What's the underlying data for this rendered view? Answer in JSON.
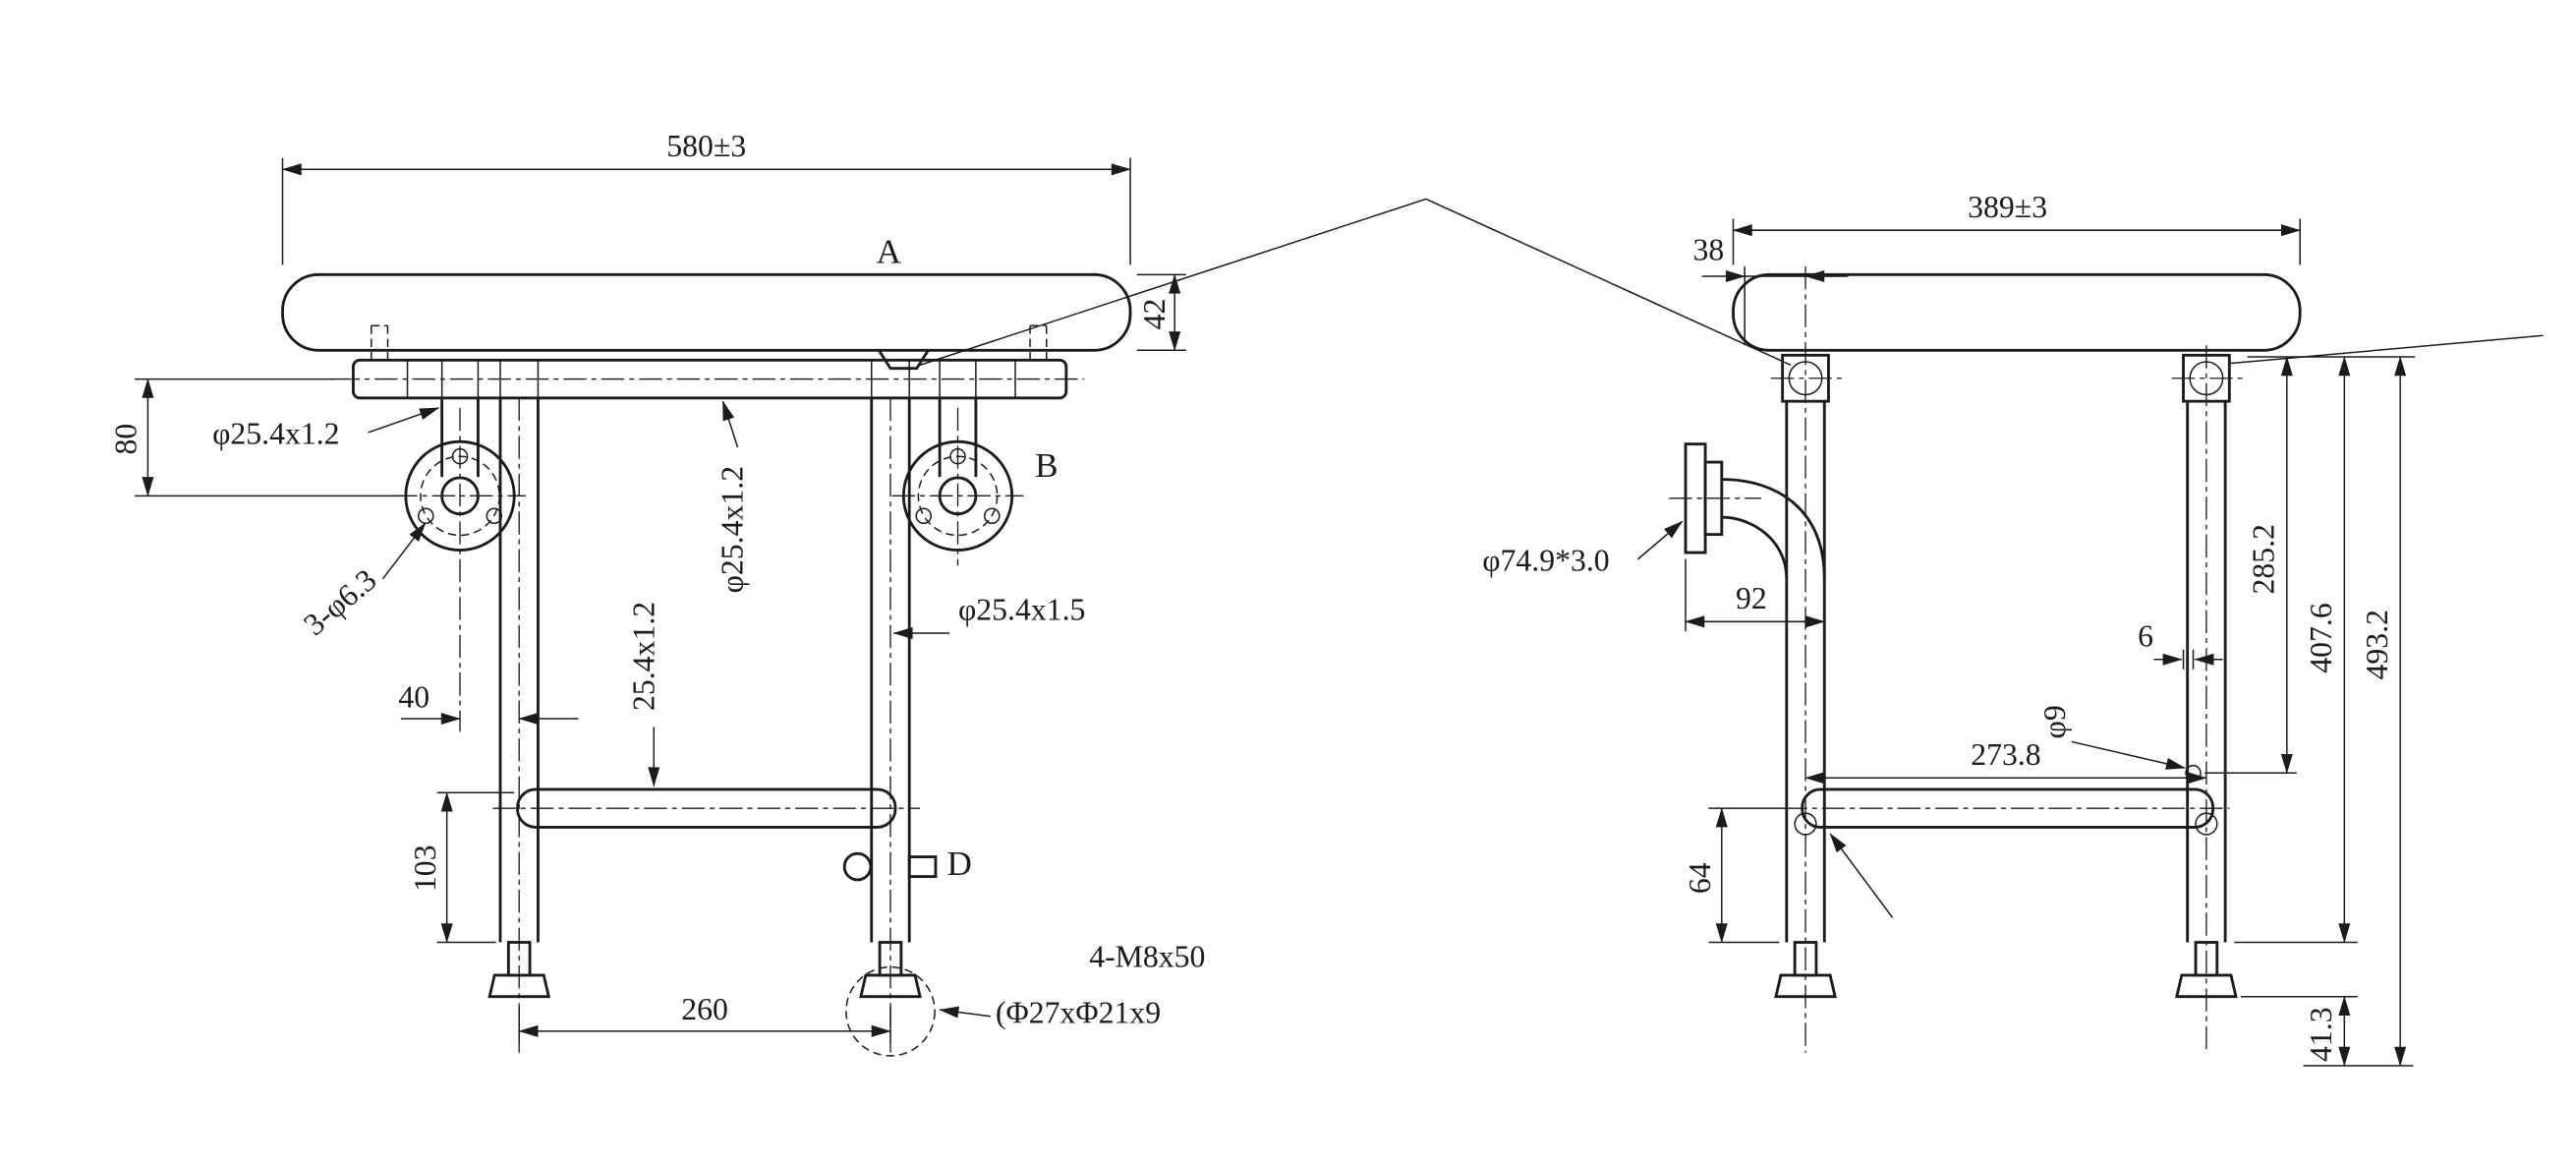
{
  "drawing": {
    "front_view": {
      "dim_width": "580±3",
      "dim_seat_thickness": "42",
      "dim_80": "80",
      "spec_tube_left": "φ25.4x1.2",
      "label_a": "A",
      "label_b": "B",
      "spec_holes": "3-φ6.3",
      "dim_40": "40",
      "spec_crossbar": "25.4x1.2",
      "spec_rail": "φ25.4x1.2",
      "spec_leg": "φ25.4x1.5",
      "dim_103": "103",
      "label_d": "D",
      "dim_260": "260",
      "note_bolt": "4-M8x50",
      "note_foot": "(Φ27xΦ21x9"
    },
    "side_view": {
      "dim_depth": "389±3",
      "dim_38": "38",
      "spec_flange": "φ74.9*3.0",
      "dim_92": "92",
      "dim_273_8": "273.8",
      "dim_64": "64",
      "dim_285_2": "285.2",
      "dim_407_6": "407.6",
      "dim_493_2": "493.2",
      "dim_6": "6",
      "spec_hole": "φ9",
      "dim_41_3": "41.3"
    }
  }
}
